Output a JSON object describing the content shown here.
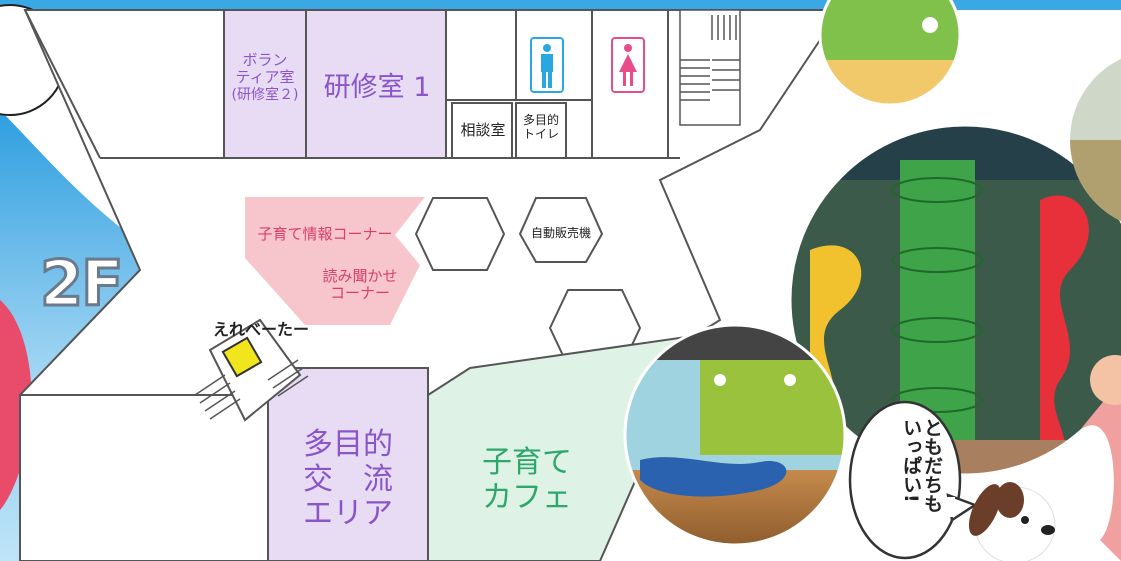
{
  "floor": {
    "label": "2F"
  },
  "rooms": {
    "volunteer": {
      "line1": "ボラン",
      "line2": "ティア室",
      "line3": "(研修室２)"
    },
    "training1": "研修室 1",
    "consultation": "相談室",
    "multi_toilet": {
      "line1": "多目的",
      "line2": "トイレ"
    },
    "info_corner": "子育て情報コーナー",
    "reading_corner": {
      "line1": "読み聞かせ",
      "line2": "コーナー"
    },
    "vending": "自動販売機",
    "elevator": "えれべーたー",
    "multipurpose_area": {
      "line1": "多目的",
      "line2": "交　流",
      "line3": "エリア"
    },
    "cafe": {
      "line1": "子育て",
      "line2": "カフェ"
    }
  },
  "speech_bubble": {
    "line1": "ともだちも",
    "line2": "いっぱい!"
  },
  "colors": {
    "sky": "#4aaee6",
    "purple_room": "#e8dcf5",
    "purple_text": "#8a55c8",
    "pink_zone": "#f7c6cc",
    "pink_text": "#d8406a",
    "cafe_zone": "#dff2e6",
    "cafe_text": "#2fa66c",
    "male_icon": "#29a8e0",
    "female_icon": "#e84c8a",
    "elevator": "#f1e51d"
  },
  "icons": [
    "male-restroom-icon",
    "female-restroom-icon",
    "elevator-icon",
    "dog-character-icon"
  ]
}
